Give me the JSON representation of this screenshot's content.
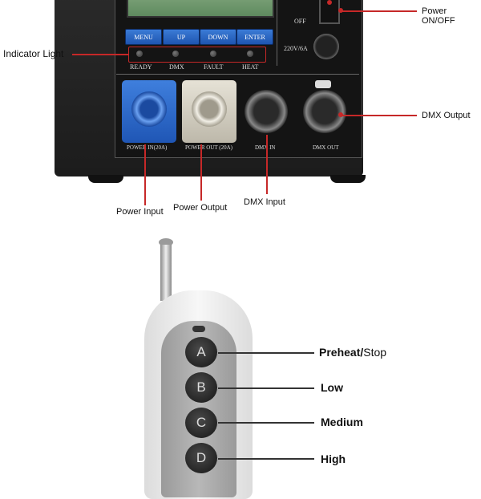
{
  "device": {
    "buttons": [
      "MENU",
      "UP",
      "DOWN",
      "ENTER"
    ],
    "indicators": [
      "READY",
      "DMX",
      "FAULT",
      "HEAT"
    ],
    "switch_label": "OFF",
    "fuse_label": "220V/6A",
    "jack_labels": [
      "POWER  IN(20A)",
      "POWER  OUT (20A)",
      "DMX  IN",
      "DMX  OUT"
    ]
  },
  "callouts": {
    "power_on_off": "Power ON/OFF",
    "indicator_light": "Indicator Light",
    "dmx_output": "DMX Output",
    "power_input": "Power Input",
    "power_output": "Power Output",
    "dmx_input": "DMX Input"
  },
  "remote": {
    "buttons": [
      {
        "key": "A",
        "label_main": "Preheat/",
        "label_rest": "Stop"
      },
      {
        "key": "B",
        "label_main": "Low",
        "label_rest": ""
      },
      {
        "key": "C",
        "label_main": "Medium",
        "label_rest": ""
      },
      {
        "key": "D",
        "label_main": "High",
        "label_rest": ""
      }
    ]
  },
  "colors": {
    "accent": "#c62828",
    "button_blue": "#2f6ad0",
    "lcd_green": "#6f9a6c"
  }
}
